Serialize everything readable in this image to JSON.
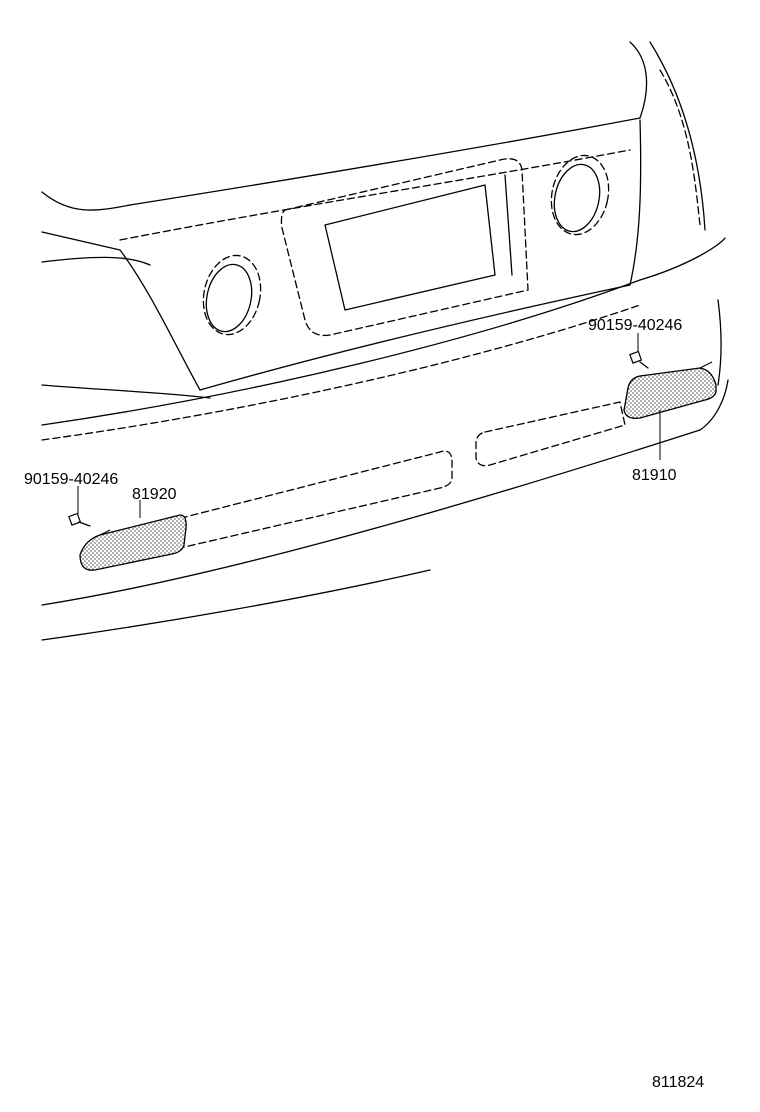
{
  "labels": {
    "bolt_left": "90159-40246",
    "bolt_right": "90159-40246",
    "reflector_left": "81920",
    "reflector_right": "81910",
    "diagram_id": "811824"
  },
  "colors": {
    "line": "#000000",
    "background": "#ffffff",
    "reflector_fill": "#d9d9d9"
  }
}
